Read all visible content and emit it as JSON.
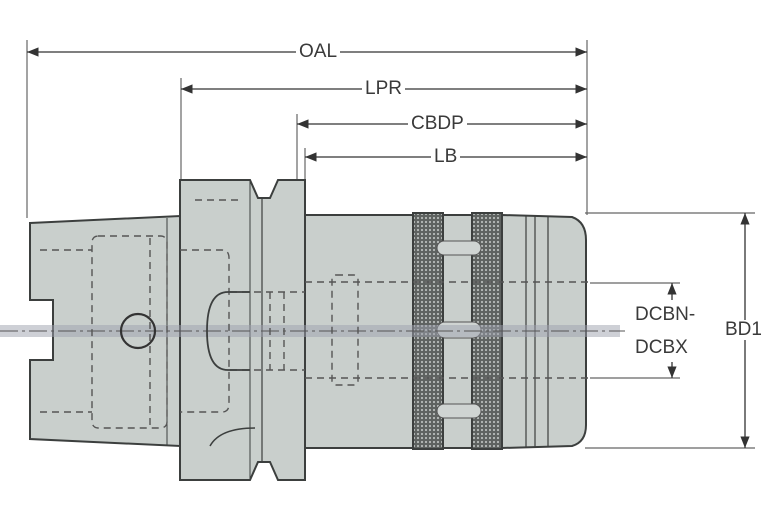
{
  "labels": {
    "oal": "OAL",
    "lpr": "LPR",
    "cbdp": "CBDP",
    "lb": "LB",
    "dcbn": "DCBN-",
    "dcbx": "DCBX",
    "bd1": "BD1"
  },
  "colors": {
    "body": "#c9cfcc",
    "outline": "#3c3f3e",
    "knurl": "#6a6e6c",
    "dim": "#555555",
    "centerline": "#8a8d93"
  }
}
